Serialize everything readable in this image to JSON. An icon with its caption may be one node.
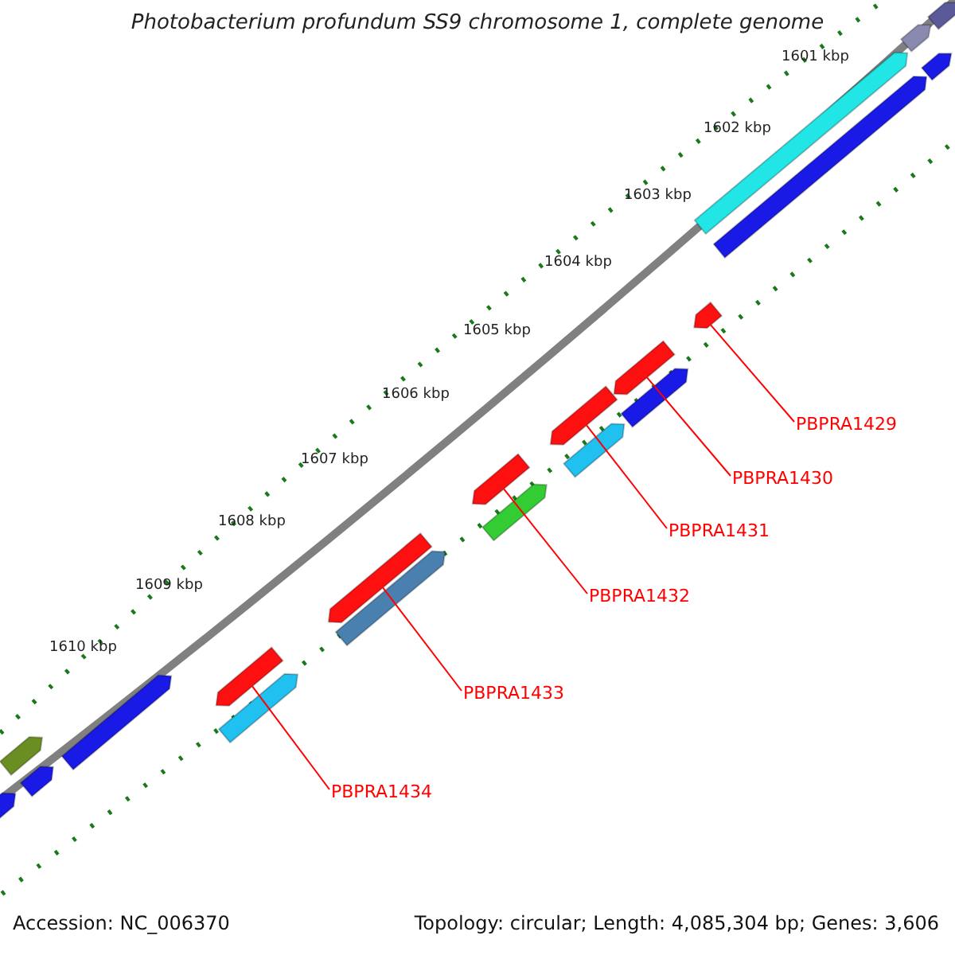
{
  "diagram": {
    "title": "Photobacterium profundum SS9 chromosome 1, complete genome",
    "nodes": [
      {
        "text": [
          "PBPRA1429"
        ]
      },
      {
        "text": [
          "PBPRA1430"
        ]
      },
      {
        "text": [
          "PBPRA1431"
        ]
      },
      {
        "text": [
          "PBPRA1432"
        ]
      },
      {
        "text": [
          "PBPRA1433"
        ]
      },
      {
        "text": [
          "PBPRA1434"
        ]
      },
      {
        "text": [],
        "shape": "bar"
      },
      {
        "text": [],
        "shape": "bar"
      },
      {
        "text": [],
        "shape": "bar"
      },
      {
        "text": [],
        "shape": "bar"
      },
      {
        "text": [],
        "shape": "bar"
      },
      {
        "text": [],
        "shape": "bar"
      }
    ],
    "edges": [
      {
        "from": 0,
        "to": 11,
        "arrow": "none"
      },
      {
        "from": 1,
        "to": 10,
        "arrow": "none"
      },
      {
        "from": 2,
        "to": 9,
        "arrow": "none"
      },
      {
        "from": 3,
        "to": 8,
        "arrow": "none"
      },
      {
        "from": 4,
        "to": 7,
        "arrow": "none"
      },
      {
        "from": 5,
        "to": 6,
        "arrow": "none"
      }
    ],
    "labels": [
      "1601 kbp",
      "1602 kbp",
      "1603 kbp",
      "1604 kbp",
      "1605 kbp",
      "1606 kbp",
      "1607 kbp",
      "1608 kbp",
      "1609 kbp",
      "1610 kbp",
      "Accession: NC_006370",
      "Topology: circular; Length: 4,085,304 bp; Genes: 3,606"
    ]
  }
}
